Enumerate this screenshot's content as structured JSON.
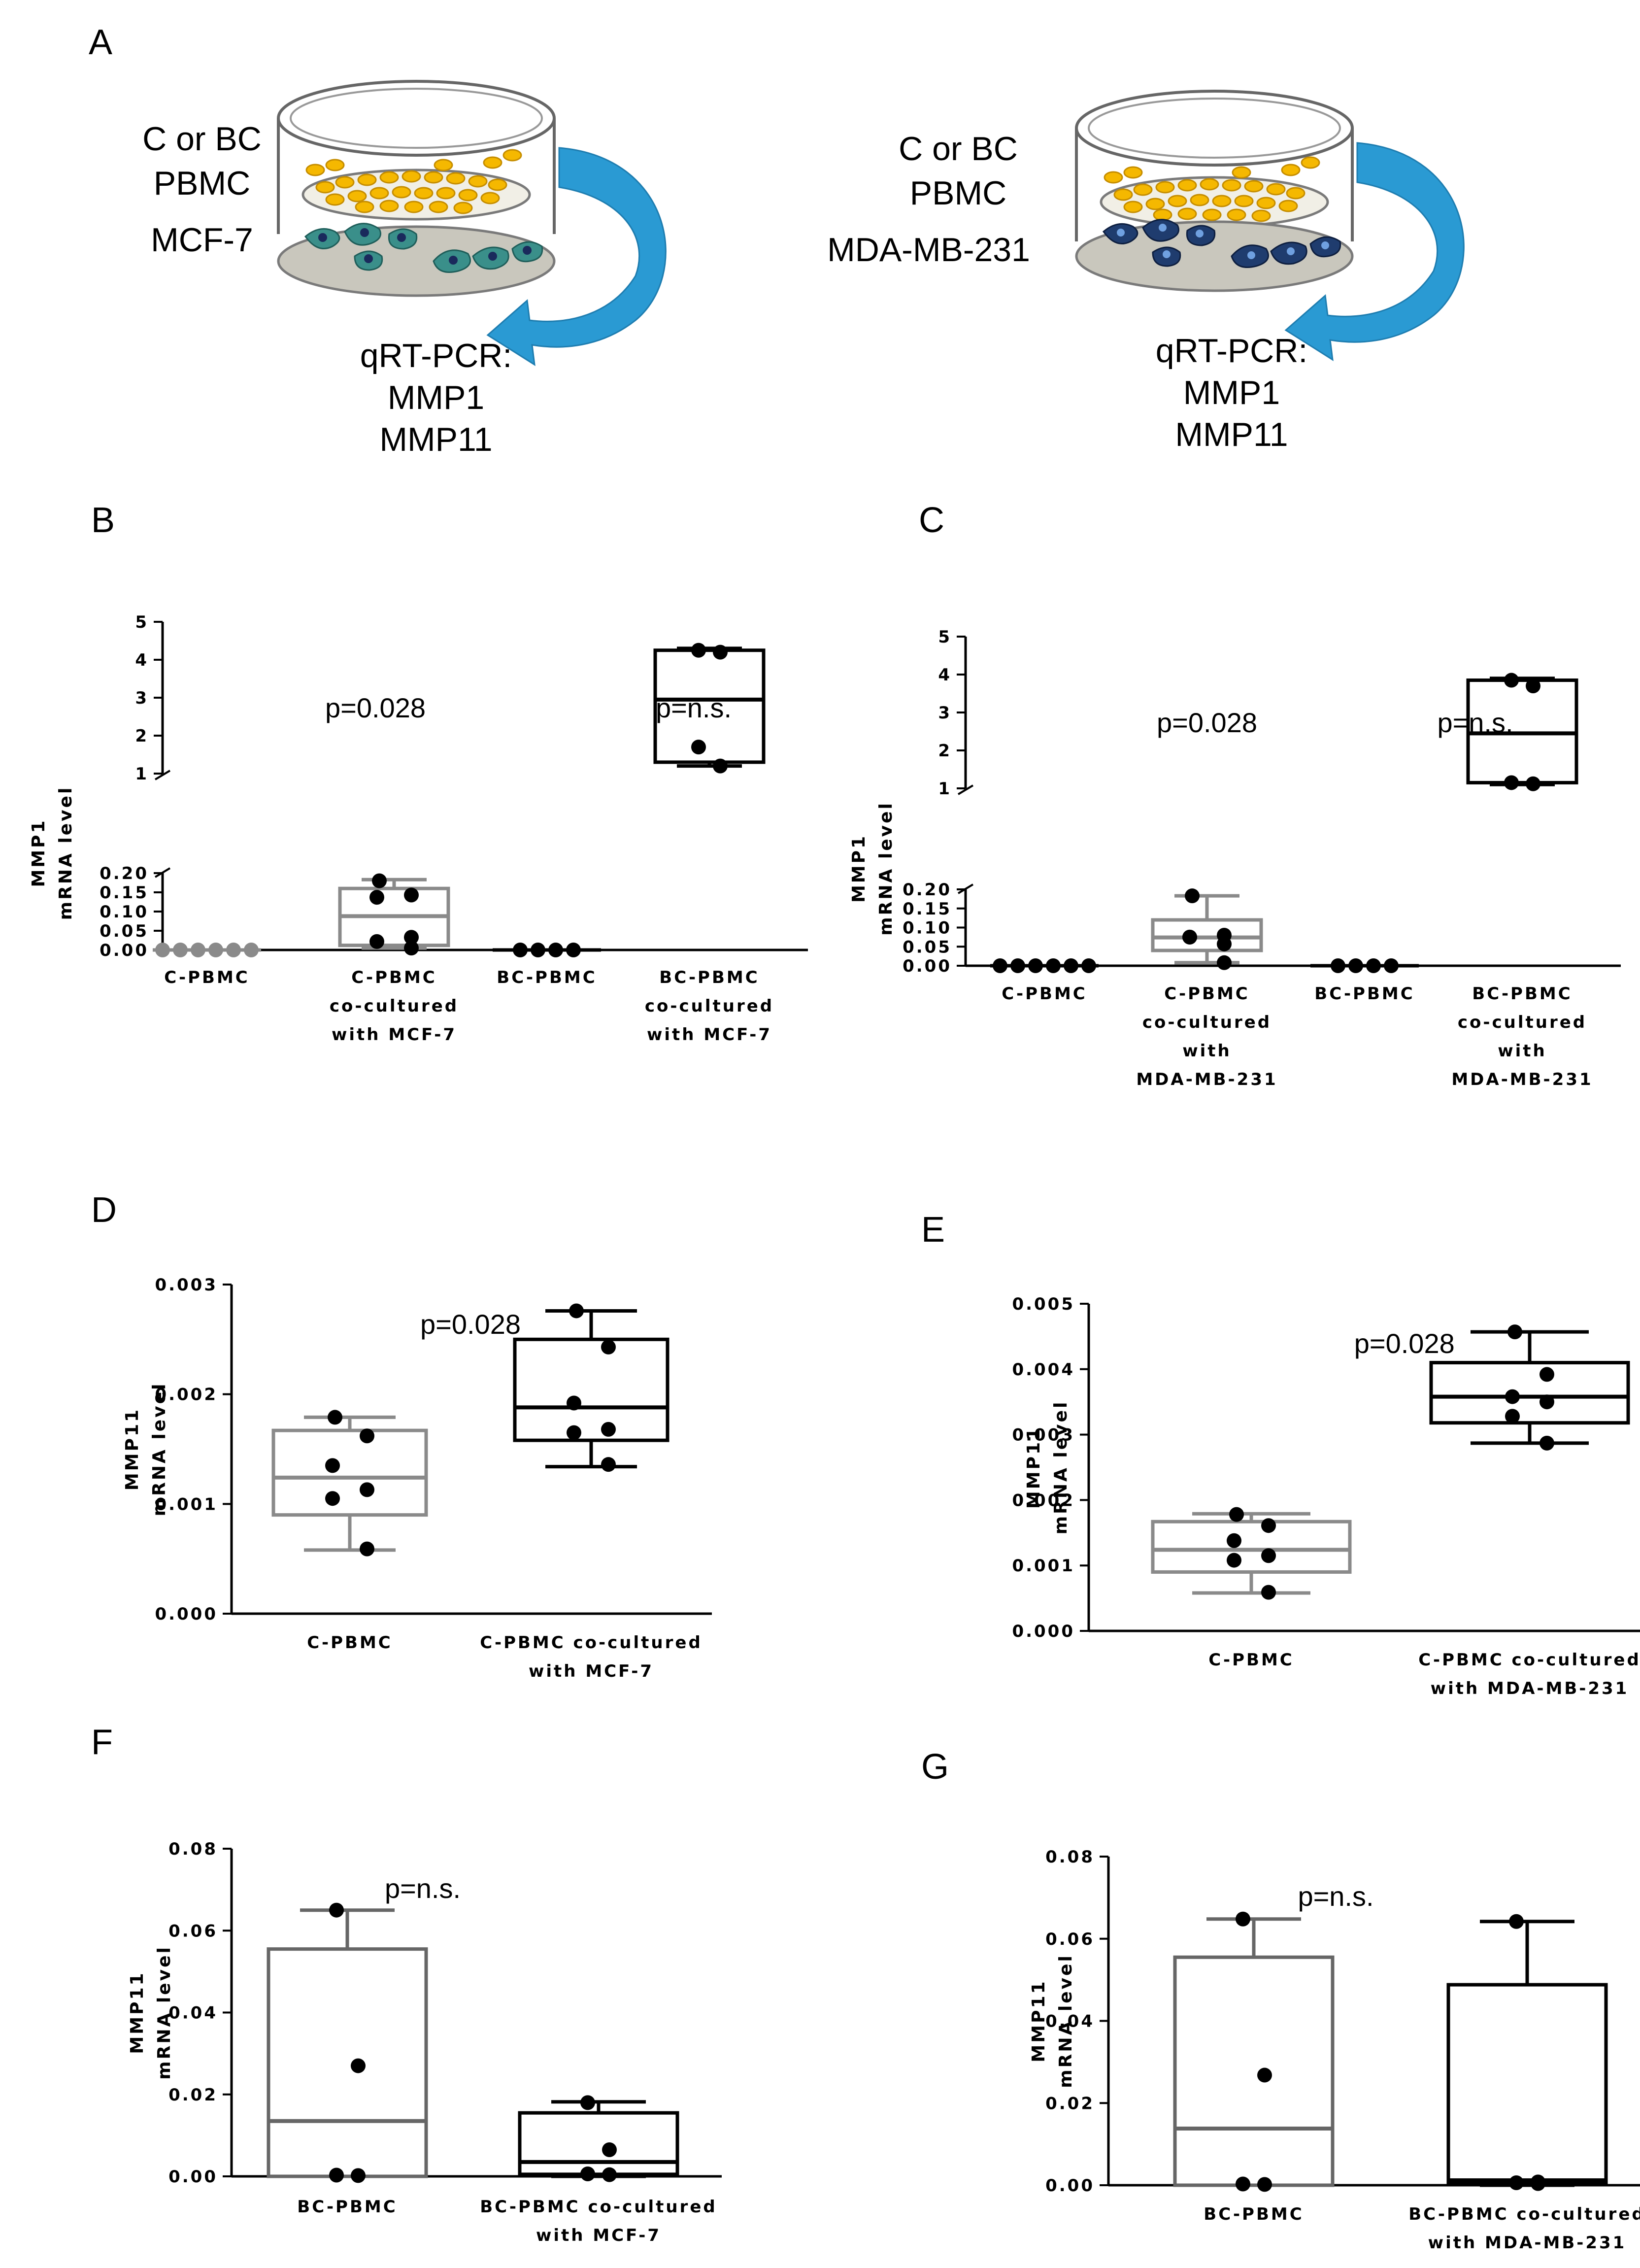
{
  "panels": {
    "A": {
      "letter": "A",
      "left_dish": {
        "culture_labels": [
          "C or BC",
          "PBMC",
          "MCF-7"
        ],
        "readout_labels": [
          "qRT-PCR:",
          "MMP1",
          "MMP11"
        ]
      },
      "right_dish": {
        "culture_labels": [
          "C or BC",
          "PBMC",
          "MDA-MB-231"
        ],
        "readout_labels": [
          "qRT-PCR:",
          "MMP1",
          "MMP11"
        ]
      }
    }
  },
  "colors": {
    "black": "#000000",
    "gray": "#8a8a8a",
    "dark_gray": "#666666",
    "pbmc_cell": "#f5b800",
    "mcf7_cell": "#2f7f7a",
    "mda_cell": "#1f3c6e",
    "arrow": "#2a9ad3"
  },
  "chart_data": [
    {
      "panel": "B",
      "type": "box",
      "ylabel": [
        "MMP1",
        "mRNA level"
      ],
      "broken_axis": true,
      "lower_ylim": [
        0,
        0.2
      ],
      "lower_ticks": [
        "0.00",
        "0.05",
        "0.10",
        "0.15",
        "0.20"
      ],
      "upper_ylim": [
        1,
        5
      ],
      "upper_ticks": [
        "1",
        "2",
        "3",
        "4",
        "5"
      ],
      "categories": [
        [
          "C-PBMC"
        ],
        [
          "C-PBMC",
          "co-cultured",
          "with MCF-7"
        ],
        [
          "BC-PBMC"
        ],
        [
          "BC-PBMC",
          "co-cultured",
          "with MCF-7"
        ]
      ],
      "groups": [
        {
          "min": 0,
          "q1": 0,
          "median": 0,
          "q3": 0,
          "max": 0,
          "points": [
            0,
            0,
            0,
            0,
            0,
            0
          ],
          "color": "gray",
          "dot_color": "gray"
        },
        {
          "min": 0.005,
          "q1": 0.012,
          "median": 0.088,
          "q3": 0.16,
          "max": 0.183,
          "points": [
            0.18,
            0.143,
            0.137,
            0.033,
            0.022,
            0.005
          ],
          "color": "gray",
          "dot_color": "black"
        },
        {
          "min": 0,
          "q1": 0,
          "median": 0,
          "q3": 0,
          "max": 0,
          "points": [
            0,
            0,
            0,
            0
          ],
          "color": "black",
          "dot_color": "black"
        },
        {
          "min": 1.2,
          "q1": 1.3,
          "median": 2.95,
          "q3": 4.25,
          "max": 4.3,
          "points": [
            4.25,
            4.2,
            1.7,
            1.2
          ],
          "color": "black",
          "dot_color": "black",
          "upper": true
        }
      ],
      "annotations": [
        {
          "text": "p=0.028",
          "at_group": 0.9
        },
        {
          "text": "p=n.s.",
          "at_group": 2.6
        }
      ]
    },
    {
      "panel": "C",
      "type": "box",
      "ylabel": [
        "MMP1",
        "mRNA level"
      ],
      "broken_axis": true,
      "lower_ylim": [
        0,
        0.2
      ],
      "lower_ticks": [
        "0.00",
        "0.05",
        "0.10",
        "0.15",
        "0.20"
      ],
      "upper_ylim": [
        1,
        5
      ],
      "upper_ticks": [
        "1",
        "2",
        "3",
        "4",
        "5"
      ],
      "categories": [
        [
          "C-PBMC"
        ],
        [
          "C-PBMC",
          "co-cultured",
          "with",
          "MDA-MB-231"
        ],
        [
          "BC-PBMC"
        ],
        [
          "BC-PBMC",
          "co-cultured",
          "with",
          "MDA-MB-231"
        ]
      ],
      "groups": [
        {
          "min": 0,
          "q1": 0,
          "median": 0,
          "q3": 0,
          "max": 0,
          "points": [
            0,
            0,
            0,
            0,
            0,
            0
          ],
          "color": "black",
          "dot_color": "black"
        },
        {
          "min": 0.008,
          "q1": 0.04,
          "median": 0.074,
          "q3": 0.12,
          "max": 0.183,
          "points": [
            0.183,
            0.08,
            0.075,
            0.057,
            0.075,
            0.008
          ],
          "color": "gray",
          "dot_color": "black"
        },
        {
          "min": 0,
          "q1": 0,
          "median": 0,
          "q3": 0,
          "max": 0,
          "points": [
            0,
            0,
            0,
            0
          ],
          "color": "black",
          "dot_color": "black"
        },
        {
          "min": 1.1,
          "q1": 1.15,
          "median": 2.45,
          "q3": 3.85,
          "max": 3.9,
          "points": [
            3.85,
            3.7,
            1.15,
            1.12
          ],
          "color": "black",
          "dot_color": "black",
          "upper": true
        }
      ],
      "annotations": [
        {
          "text": "p=0.028",
          "at_group": 1.0
        },
        {
          "text": "p=n.s.",
          "at_group": 2.65
        }
      ]
    },
    {
      "panel": "D",
      "type": "box",
      "ylabel": [
        "MMP11",
        "mRNA level"
      ],
      "ylim": [
        0,
        0.003
      ],
      "ticks": [
        "0.000",
        "0.001",
        "0.002",
        "0.003"
      ],
      "categories": [
        [
          "C-PBMC"
        ],
        [
          "C-PBMC co-cultured",
          "with MCF-7"
        ]
      ],
      "groups": [
        {
          "min": 0.00058,
          "q1": 0.0009,
          "median": 0.00124,
          "q3": 0.00167,
          "max": 0.00179,
          "points": [
            0.00179,
            0.00162,
            0.00135,
            0.00113,
            0.00105,
            0.00059
          ],
          "color": "gray",
          "dot_color": "black"
        },
        {
          "min": 0.00134,
          "q1": 0.00158,
          "median": 0.00188,
          "q3": 0.0025,
          "max": 0.00276,
          "points": [
            0.00276,
            0.00243,
            0.00192,
            0.00168,
            0.00165,
            0.00136
          ],
          "color": "black",
          "dot_color": "black"
        }
      ],
      "annotations": [
        {
          "text": "p=0.028",
          "at_group": 0.5
        }
      ]
    },
    {
      "panel": "E",
      "type": "box",
      "ylabel": [
        "MMP11",
        "mRNA level"
      ],
      "ylim": [
        0,
        0.005
      ],
      "ticks": [
        "0.000",
        "0.001",
        "0.002",
        "0.003",
        "0.004",
        "0.005"
      ],
      "categories": [
        [
          "C-PBMC"
        ],
        [
          "C-PBMC co-cultured",
          "with MDA-MB-231"
        ]
      ],
      "groups": [
        {
          "min": 0.00058,
          "q1": 0.0009,
          "median": 0.00124,
          "q3": 0.00167,
          "max": 0.00179,
          "points": [
            0.00178,
            0.00161,
            0.00138,
            0.00115,
            0.00108,
            0.00059
          ],
          "color": "gray",
          "dot_color": "black"
        },
        {
          "min": 0.00287,
          "q1": 0.00318,
          "median": 0.00358,
          "q3": 0.0041,
          "max": 0.00457,
          "points": [
            0.00457,
            0.00392,
            0.00358,
            0.0035,
            0.00328,
            0.00287
          ],
          "color": "black",
          "dot_color": "black"
        }
      ],
      "annotations": [
        {
          "text": "p=0.028",
          "at_group": 0.55
        }
      ]
    },
    {
      "panel": "F",
      "type": "box",
      "ylabel": [
        "MMP11",
        "mRNA level"
      ],
      "ylim": [
        0,
        0.08
      ],
      "ticks": [
        "0.00",
        "0.02",
        "0.04",
        "0.06",
        "0.08"
      ],
      "categories": [
        [
          "BC-PBMC"
        ],
        [
          "BC-PBMC co-cultured",
          "with MCF-7"
        ]
      ],
      "groups": [
        {
          "min": 0,
          "q1": 0,
          "median": 0.0135,
          "q3": 0.0555,
          "max": 0.065,
          "points": [
            0.065,
            0.027,
            0.0003,
            0.0002
          ],
          "color": "dark_gray",
          "dot_color": "black"
        },
        {
          "min": 0,
          "q1": 0.0005,
          "median": 0.0035,
          "q3": 0.0155,
          "max": 0.0182,
          "points": [
            0.018,
            0.0065,
            0.0006,
            0.0004
          ],
          "color": "black",
          "dot_color": "black"
        }
      ],
      "annotations": [
        {
          "text": "p=n.s.",
          "at_group": 0.3
        }
      ]
    },
    {
      "panel": "G",
      "type": "box",
      "ylabel": [
        "MMP11",
        "mRNA level"
      ],
      "ylim": [
        0,
        0.08
      ],
      "ticks": [
        "0.00",
        "0.02",
        "0.04",
        "0.06",
        "0.08"
      ],
      "categories": [
        [
          "BC-PBMC"
        ],
        [
          "BC-PBMC co-cultured",
          "with MDA-MB-231"
        ]
      ],
      "groups": [
        {
          "min": 0,
          "q1": 0,
          "median": 0.0138,
          "q3": 0.0555,
          "max": 0.0648,
          "points": [
            0.0648,
            0.0268,
            0.0003,
            0.0002
          ],
          "color": "dark_gray",
          "dot_color": "black"
        },
        {
          "min": 0,
          "q1": 0.0005,
          "median": 0.0012,
          "q3": 0.0488,
          "max": 0.0642,
          "points": [
            0.0642,
            0.0008,
            0.0006,
            0.0004
          ],
          "color": "black",
          "dot_color": "black"
        }
      ],
      "annotations": [
        {
          "text": "p=n.s.",
          "at_group": 0.3
        }
      ]
    }
  ]
}
